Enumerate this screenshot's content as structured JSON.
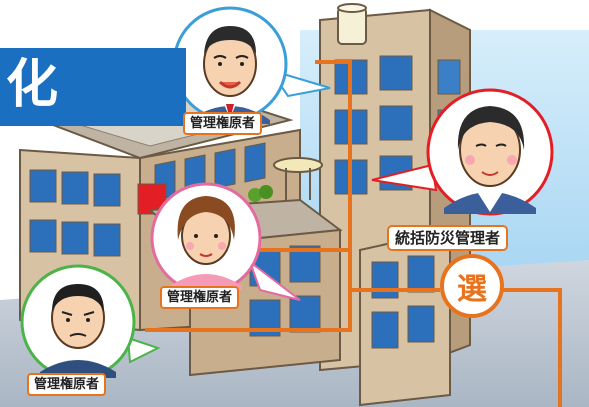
{
  "title": {
    "text": "化",
    "color": "#1a6fc0"
  },
  "labels": {
    "owner_top": "管理権原者",
    "owner_middle": "管理権原者",
    "owner_bottom": "管理権原者",
    "supervisor": "統括防災管理者"
  },
  "selected_badge": "選",
  "colors": {
    "accent_orange": "#e8731e",
    "building": "#cfb697",
    "window": "#2c6fbb",
    "sky_blue": "#9fd3f0"
  }
}
